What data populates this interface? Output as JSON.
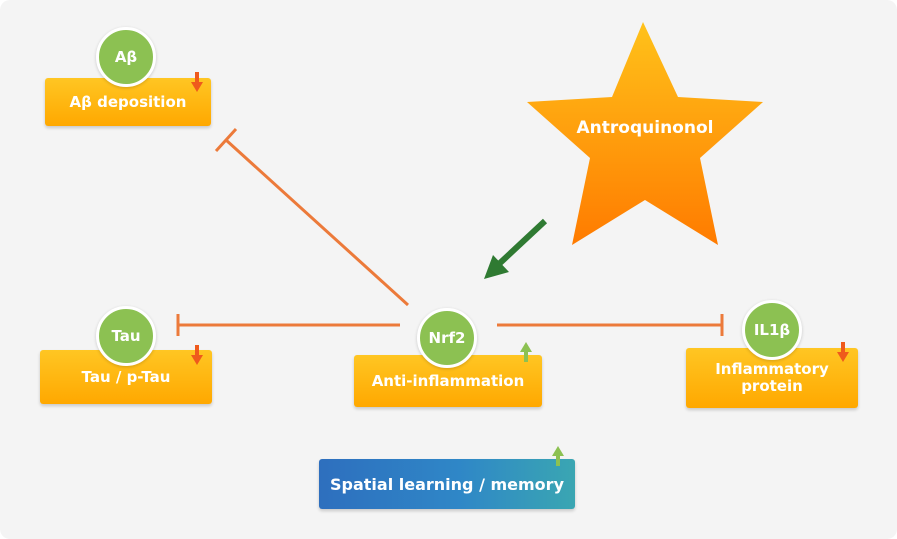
{
  "colors": {
    "node_green": "#8cc152",
    "box_orange": "#ffb000",
    "inhibit_line": "#ec7a3a",
    "activate_arrow": "#2f7a32",
    "down_arrow": "#ef5a1c",
    "up_arrow": "#8cc152"
  },
  "star": {
    "label": "Antroquinonol"
  },
  "nodes": {
    "abeta": {
      "circle": "Aβ",
      "box": "Aβ deposition",
      "change": "down"
    },
    "tau": {
      "circle": "Tau",
      "box": "Tau / p-Tau",
      "change": "down"
    },
    "nrf2": {
      "circle": "Nrf2",
      "box": "Anti-inflammation",
      "change": "up"
    },
    "il1b": {
      "circle": "IL1β",
      "box_line1": "Inflammatory",
      "box_line2": "protein",
      "change": "down"
    },
    "learning": {
      "box": "Spatial learning / memory",
      "change": "up"
    }
  },
  "edges": [
    {
      "from": "Antroquinonol",
      "to": "Nrf2",
      "type": "activate"
    },
    {
      "from": "Nrf2",
      "to": "Aβ",
      "type": "inhibit"
    },
    {
      "from": "Nrf2",
      "to": "Tau",
      "type": "inhibit"
    },
    {
      "from": "Nrf2",
      "to": "IL1β",
      "type": "inhibit"
    }
  ]
}
